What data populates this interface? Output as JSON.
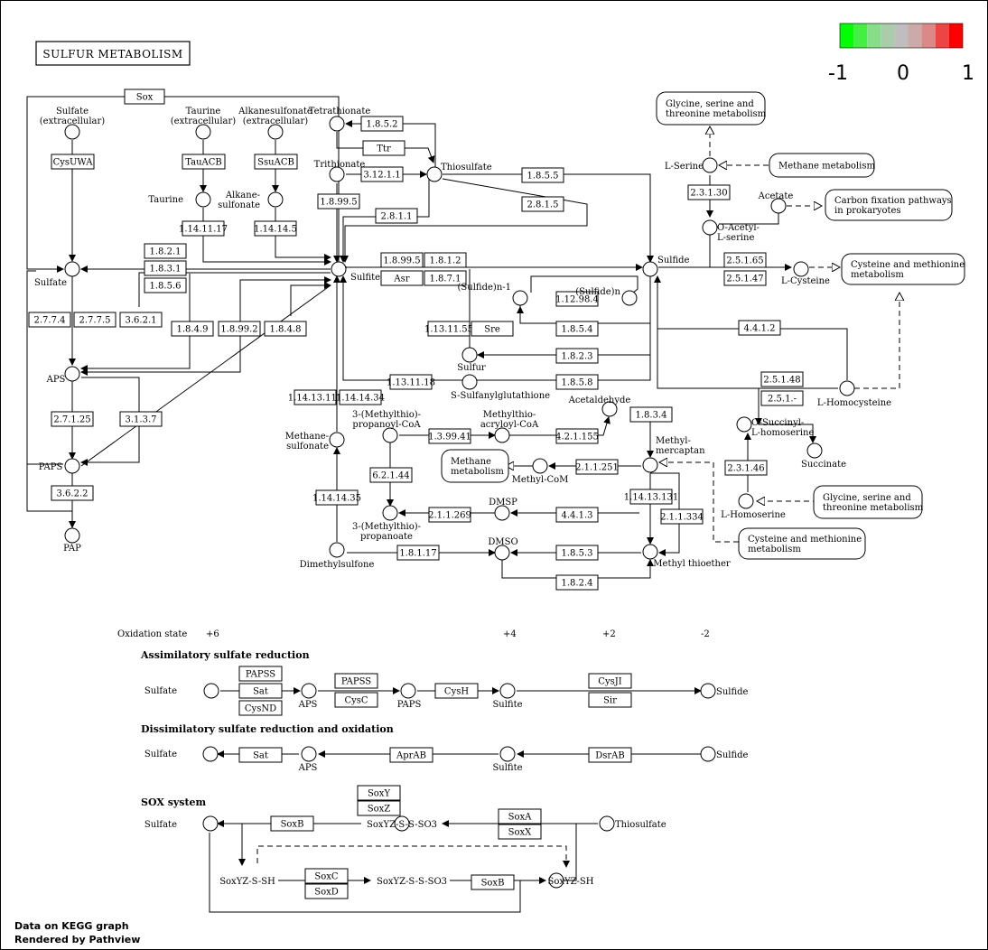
{
  "title": "SULFUR METABOLISM",
  "legend": {
    "colors": [
      "#00ff00",
      "#44ee44",
      "#88dd88",
      "#aaccaa",
      "#bebebe",
      "#ccaaaa",
      "#dd8888",
      "#ee4444",
      "#ff0000"
    ],
    "labels": [
      "-1",
      "0",
      "1"
    ]
  },
  "colors": {
    "up": "#ff0000",
    "down": "#00dd00",
    "none": "#ffffff"
  },
  "footer": {
    "line1": "Data on KEGG graph",
    "line2": "Rendered by Pathview"
  },
  "compounds": [
    {
      "id": "sulfate_ext",
      "label": "Sulfate\n(extracellular)"
    },
    {
      "id": "taurine_ext",
      "label": "Taurine\n(extracellular)"
    },
    {
      "id": "alkanesulf_ext",
      "label": "Alkanesulfonate\n(extracellular)"
    },
    {
      "id": "tetrathionate",
      "label": "Tetrathionate"
    },
    {
      "id": "trithionate",
      "label": "Trithionate"
    },
    {
      "id": "thiosulfate",
      "label": "Thiosulfate"
    },
    {
      "id": "taurine",
      "label": "Taurine"
    },
    {
      "id": "alkanesulfonate",
      "label": "Alkane-\nsulfonate"
    },
    {
      "id": "sulfate",
      "label": "Sulfate"
    },
    {
      "id": "sulfite",
      "label": "Sulfite"
    },
    {
      "id": "sulfide",
      "label": "Sulfide"
    },
    {
      "id": "sulfide_n1",
      "label": "(Sulfide)n-1"
    },
    {
      "id": "sulfide_n",
      "label": "(Sulfide)n"
    },
    {
      "id": "sulfur",
      "label": "Sulfur"
    },
    {
      "id": "s_sulfanylglutathione",
      "label": "S-Sulfanylglutathione"
    },
    {
      "id": "aps",
      "label": "APS"
    },
    {
      "id": "paps",
      "label": "PAPS"
    },
    {
      "id": "pap",
      "label": "PAP"
    },
    {
      "id": "l_serine",
      "label": "L-Serine"
    },
    {
      "id": "o_acetyl_serine",
      "label": "O-Acetyl-\nL-serine"
    },
    {
      "id": "acetate",
      "label": "Acetate"
    },
    {
      "id": "l_cysteine",
      "label": "L-Cysteine"
    },
    {
      "id": "l_homocysteine",
      "label": "L-Homocysteine"
    },
    {
      "id": "o_succinyl_homoserine",
      "label": "O-Succinyl-\nL-homoserine"
    },
    {
      "id": "succinate",
      "label": "Succinate"
    },
    {
      "id": "l_homoserine",
      "label": "L-Homoserine"
    },
    {
      "id": "methanesulfonate",
      "label": "Methane-\nsulfonate"
    },
    {
      "id": "dimethylsulfone",
      "label": "Dimethylsulfone"
    },
    {
      "id": "methylthio_propanoylcoa",
      "label": "3-(Methylthio)-\npropanoyl-CoA"
    },
    {
      "id": "methylthio_acryloylcoa",
      "label": "Methylthio-\nacryloyl-CoA"
    },
    {
      "id": "acetaldehyde",
      "label": "Acetaldehyde"
    },
    {
      "id": "methylmercaptan",
      "label": "Methyl-\nmercaptan"
    },
    {
      "id": "methylcom",
      "label": "Methyl-CoM"
    },
    {
      "id": "methylthio_propanoate",
      "label": "3-(Methylthio)-\npropanoate"
    },
    {
      "id": "dmsp",
      "label": "DMSP"
    },
    {
      "id": "dmso",
      "label": "DMSO"
    },
    {
      "id": "methylthioether",
      "label": "Methyl thioether"
    }
  ],
  "enzymes": [
    {
      "id": "sox_top",
      "label": "Sox",
      "state": "none"
    },
    {
      "id": "cysuwa",
      "label": "CysUWA",
      "state": "none"
    },
    {
      "id": "tauacb",
      "label": "TauACB",
      "state": "none"
    },
    {
      "id": "ssuacb",
      "label": "SsuACB",
      "state": "none"
    },
    {
      "id": "e1852",
      "label": "1.8.5.2",
      "state": "none"
    },
    {
      "id": "ttr",
      "label": "Ttr",
      "state": "none"
    },
    {
      "id": "e31211",
      "label": "3.12.1.1",
      "state": "none"
    },
    {
      "id": "e1855",
      "label": "1.8.5.5",
      "state": "none"
    },
    {
      "id": "e2815",
      "label": "2.8.1.5",
      "state": "none"
    },
    {
      "id": "e18995a",
      "label": "1.8.99.5",
      "state": "none"
    },
    {
      "id": "e2811",
      "label": "2.8.1.1",
      "state": "down"
    },
    {
      "id": "e1141117",
      "label": "1.14.11.17",
      "state": "none"
    },
    {
      "id": "e114145",
      "label": "1.14.14.5",
      "state": "none"
    },
    {
      "id": "e1821",
      "label": "1.8.2.1",
      "state": "none"
    },
    {
      "id": "e1831",
      "label": "1.8.3.1",
      "state": "down"
    },
    {
      "id": "e1856",
      "label": "1.8.5.6",
      "state": "none"
    },
    {
      "id": "e18995b",
      "label": "1.8.99.5",
      "state": "none"
    },
    {
      "id": "e1812",
      "label": "1.8.1.2",
      "state": "none"
    },
    {
      "id": "asr",
      "label": "Asr",
      "state": "none"
    },
    {
      "id": "e1871",
      "label": "1.8.7.1",
      "state": "none"
    },
    {
      "id": "e2774",
      "label": "2.7.7.4",
      "state": "up"
    },
    {
      "id": "e2775",
      "label": "2.7.7.5",
      "state": "none"
    },
    {
      "id": "e3621",
      "label": "3.6.2.1",
      "state": "none"
    },
    {
      "id": "e1849",
      "label": "1.8.4.9",
      "state": "none"
    },
    {
      "id": "e18992",
      "label": "1.8.99.2",
      "state": "none"
    },
    {
      "id": "e1848",
      "label": "1.8.4.8",
      "state": "none"
    },
    {
      "id": "e271125",
      "label": "2.7.1.25",
      "state": "up"
    },
    {
      "id": "e3137",
      "label": "3.1.3.7",
      "state": "none"
    },
    {
      "id": "e3622",
      "label": "3.6.2.2",
      "state": "none"
    },
    {
      "id": "e112984",
      "label": "1.12.98.4",
      "state": "none"
    },
    {
      "id": "e1854",
      "label": "1.8.5.4",
      "state": "none"
    },
    {
      "id": "e1131155",
      "label": "1.13.11.55",
      "state": "none"
    },
    {
      "id": "sre",
      "label": "Sre",
      "state": "none"
    },
    {
      "id": "e1823",
      "label": "1.8.2.3",
      "state": "none"
    },
    {
      "id": "e1131118",
      "label": "1.13.11.18",
      "state": "none"
    },
    {
      "id": "e1858",
      "label": "1.8.5.8",
      "state": "up"
    },
    {
      "id": "e11413111",
      "label": "1.14.13.111",
      "state": "none"
    },
    {
      "id": "e11414134",
      "label": "1.14.14.34",
      "state": "none"
    },
    {
      "id": "e11414135",
      "label": "1.14.14.35",
      "state": "none"
    },
    {
      "id": "e139941",
      "label": "1.3.99.41",
      "state": "none"
    },
    {
      "id": "e421155",
      "label": "4.2.1.155",
      "state": "none"
    },
    {
      "id": "e62144",
      "label": "6.2.1.44",
      "state": "none"
    },
    {
      "id": "e1834",
      "label": "1.8.3.4",
      "state": "none"
    },
    {
      "id": "e211251",
      "label": "2.1.1.251",
      "state": "none"
    },
    {
      "id": "e11413131",
      "label": "1.14.13.131",
      "state": "none"
    },
    {
      "id": "e211269",
      "label": "2.1.1.269",
      "state": "none"
    },
    {
      "id": "e4413",
      "label": "4.4.1.3",
      "state": "none"
    },
    {
      "id": "e211334",
      "label": "2.1.1.334",
      "state": "none"
    },
    {
      "id": "e18117",
      "label": "1.8.1.17",
      "state": "none"
    },
    {
      "id": "e1853",
      "label": "1.8.5.3",
      "state": "none"
    },
    {
      "id": "e1824",
      "label": "1.8.2.4",
      "state": "none"
    },
    {
      "id": "e23130",
      "label": "2.3.1.30",
      "state": "none"
    },
    {
      "id": "e25165",
      "label": "2.5.1.65",
      "state": "none"
    },
    {
      "id": "e25147",
      "label": "2.5.1.47",
      "state": "none"
    },
    {
      "id": "e4412",
      "label": "4.4.1.2",
      "state": "none"
    },
    {
      "id": "e25148",
      "label": "2.5.1.48",
      "state": "none"
    },
    {
      "id": "e251x",
      "label": "2.5.1.-",
      "state": "none"
    },
    {
      "id": "e23146",
      "label": "2.3.1.46",
      "state": "none"
    }
  ],
  "maps": [
    {
      "id": "map_glycine1",
      "label": "Glycine, serine and\nthreonine metabolism"
    },
    {
      "id": "map_methane1",
      "label": "Methane metabolism"
    },
    {
      "id": "map_carbonfix",
      "label": "Carbon fixation pathways\nin prokaryotes"
    },
    {
      "id": "map_cysmet1",
      "label": "Cysteine and methionine\nmetabolism"
    },
    {
      "id": "map_methane2",
      "label": "Methane\nmetabolism"
    },
    {
      "id": "map_glycine2",
      "label": "Glycine, serine and\nthreonine metabolism"
    },
    {
      "id": "map_cysmet2",
      "label": "Cysteine and methionine\nmetabolism"
    }
  ],
  "oxidation": {
    "label": "Oxidation state",
    "states": [
      "+6",
      "+4",
      "+2",
      "-2"
    ]
  },
  "sections": {
    "assimilatory": {
      "title": "Assimilatory sulfate reduction",
      "compounds": [
        "Sulfate",
        "APS",
        "PAPS",
        "Sulfite",
        "Sulfide"
      ],
      "enzymes": [
        {
          "id": "a_papss1",
          "label": "PAPSS",
          "state": "up"
        },
        {
          "id": "a_sat",
          "label": "Sat",
          "state": "none"
        },
        {
          "id": "a_cysnd",
          "label": "CysND",
          "state": "none"
        },
        {
          "id": "a_papss2",
          "label": "PAPSS",
          "state": "up"
        },
        {
          "id": "a_cysc",
          "label": "CysC",
          "state": "none"
        },
        {
          "id": "a_cysh",
          "label": "CysH",
          "state": "none"
        },
        {
          "id": "a_cysji",
          "label": "CysJI",
          "state": "none"
        },
        {
          "id": "a_sir",
          "label": "Sir",
          "state": "none"
        }
      ]
    },
    "dissimilatory": {
      "title": "Dissimilatory sulfate reduction and oxidation",
      "compounds": [
        "Sulfate",
        "APS",
        "Sulfite",
        "Sulfide"
      ],
      "enzymes": [
        {
          "id": "d_sat",
          "label": "Sat",
          "state": "none"
        },
        {
          "id": "d_aprab",
          "label": "AprAB",
          "state": "none"
        },
        {
          "id": "d_dsrab",
          "label": "DsrAB",
          "state": "none"
        }
      ]
    },
    "sox": {
      "title": "SOX system",
      "compounds": [
        "Sulfate",
        "SoxYZ-S-S-SO3",
        "Thiosulfate",
        "SoxYZ-S-SH",
        "SoxYZ-S-S-SO3",
        "SoxYZ-SH"
      ],
      "enzymes": [
        {
          "id": "s_soxy",
          "label": "SoxY",
          "state": "none"
        },
        {
          "id": "s_soxz",
          "label": "SoxZ",
          "state": "none"
        },
        {
          "id": "s_soxb1",
          "label": "SoxB",
          "state": "none"
        },
        {
          "id": "s_soxa",
          "label": "SoxA",
          "state": "none"
        },
        {
          "id": "s_soxx",
          "label": "SoxX",
          "state": "none"
        },
        {
          "id": "s_soxc",
          "label": "SoxC",
          "state": "none"
        },
        {
          "id": "s_soxd",
          "label": "SoxD",
          "state": "none"
        },
        {
          "id": "s_soxb2",
          "label": "SoxB",
          "state": "none"
        }
      ]
    }
  }
}
